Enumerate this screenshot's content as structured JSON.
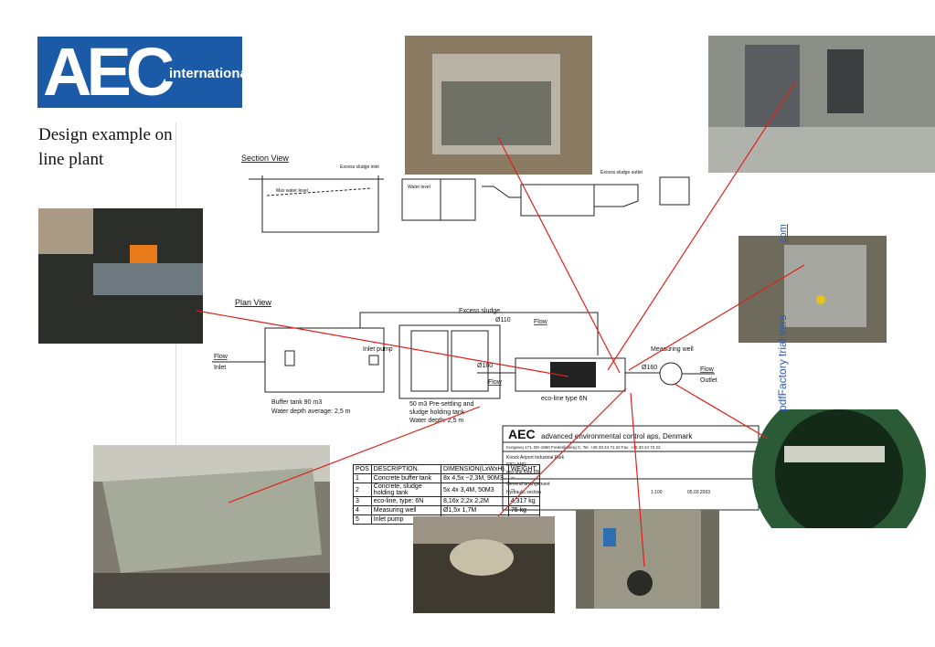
{
  "logo": {
    "letters": "AEC",
    "sub": "international"
  },
  "title": "Design example on an eco-line plant",
  "drawing": {
    "section_view": "Section View",
    "plan_view": "Plan View",
    "excess_sludge_inlet": "Excess sludge inlet",
    "excess_sludge_outlet": "Excess sludge outlet",
    "max_water_level": "Max water level",
    "water_level": "Water level",
    "excess_sludge": "Excess sludge",
    "flow": "Flow",
    "inlet": "Inlet",
    "outlet": "Outlet",
    "inlet_pump": "Inlet pump",
    "measuring_well": "Measuring well",
    "buffer_tank": "Buffer tank 90 m3",
    "buffer_depth": "Water depth average: 2,5 m",
    "presettling": "50 m3 Pre-settling and",
    "sludge_holding": "sludge holding tank",
    "presettling_depth": "Water depth: 2,5 m",
    "eco_line": "eco-line type 6N",
    "pipe_110": "Ø110",
    "pipe_160": "Ø160",
    "company": "advanced environmental control aps, Denmark",
    "address": "Kongevej 171, DK-1850 Frederiksberg C. Tel. +45 33 24 71 22  Fax. +45 33 24 72 22",
    "project": "Knock Airport Industrial Park",
    "country": "IRELAND",
    "drawing_title": "eco-line type 6N",
    "general": "General arrangement",
    "hydraulic": "Hydraulic section",
    "scale": "1:100",
    "date": "05.03.2003"
  },
  "parts_table": {
    "headers": [
      "POS",
      "DESCRIPTION.",
      "DIMENSION(LxWxH).",
      "WEIGHT."
    ],
    "rows": [
      [
        "1",
        "Concrete buffer tank",
        "8x 4,5x ~2,3M, 90M3",
        "--"
      ],
      [
        "2",
        "Concrete, sludge holding tank",
        "5x 4x 3,4M, 50M3",
        "--"
      ],
      [
        "3",
        "eco-line, type: 6N",
        "8,16x 2,2x 2,2M",
        "4,317 kg"
      ],
      [
        "4",
        "Measuring well",
        "Ø1,5x 1,7M",
        "75 kg"
      ],
      [
        "5",
        "Inlet pump",
        "",
        ""
      ]
    ]
  },
  "watermark": "pdfFactory trial vers",
  "watermark_link": "com",
  "colors": {
    "logo_blue": "#1a5aa6",
    "leader_red": "#e0201a",
    "link_blue": "#2a5bb8"
  }
}
